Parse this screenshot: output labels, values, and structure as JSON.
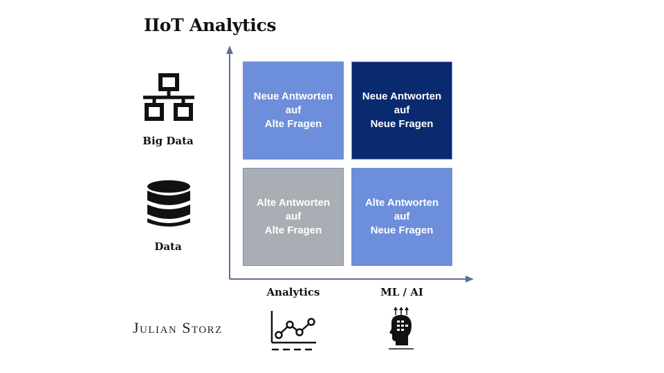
{
  "title": "IIoT Analytics",
  "y_axis": {
    "labels": [
      {
        "text": "Big Data",
        "icon": "network-icon"
      },
      {
        "text": "Data",
        "icon": "database-icon"
      }
    ]
  },
  "x_axis": {
    "labels": [
      {
        "text": "Analytics",
        "icon": "line-chart-icon"
      },
      {
        "text": "ML / AI",
        "icon": "ai-head-icon"
      }
    ]
  },
  "matrix": {
    "top_left": {
      "lines": [
        "Neue Antworten",
        "auf",
        "Alte Fragen"
      ],
      "color": "#6d8fdb"
    },
    "top_right": {
      "lines": [
        "Neue Antworten",
        "auf",
        "Neue Fragen"
      ],
      "color": "#0a2a70"
    },
    "bottom_left": {
      "lines": [
        "Alte Antworten",
        "auf",
        "Alte Fragen"
      ],
      "color": "#a8aeb3"
    },
    "bottom_right": {
      "lines": [
        "Alte Antworten",
        "auf",
        "Neue Fragen"
      ],
      "color": "#6d8fdb"
    }
  },
  "signature": "Julian Storz",
  "colors": {
    "axis": "#5b6e99"
  }
}
